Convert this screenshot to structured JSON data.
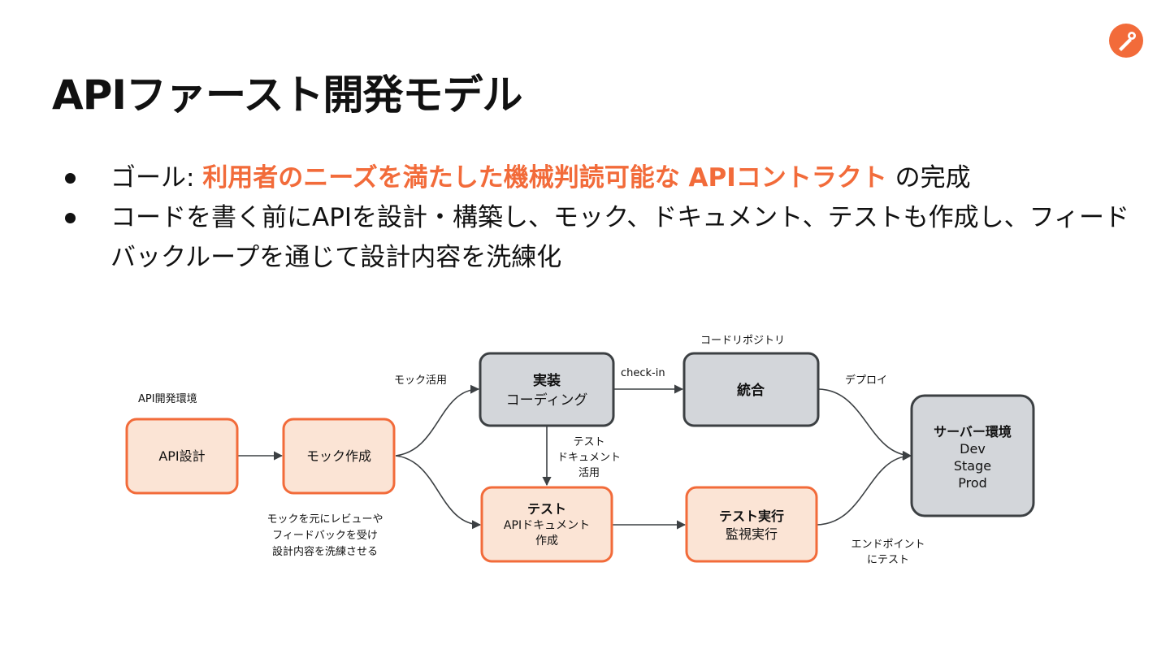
{
  "title": "APIファースト開発モデル",
  "colors": {
    "accent": "#f26b3a",
    "orange_fill": "#fbe4d5",
    "orange_stroke": "#f26b3a",
    "gray_fill": "#d3d6da",
    "gray_stroke": "#3c4043"
  },
  "logo": {
    "icon": "rocket-icon"
  },
  "bullets": [
    {
      "prefix": "ゴール: ",
      "highlight": "利用者のニーズを満たした機械判読可能な  APIコントラクト",
      "suffix": " の完成"
    },
    {
      "line1": "コードを書く前にAPIを設計・構築し、モック、ドキュメント、テストも作成し、フィード",
      "line2": "バックループを通じて設計内容を洗練化"
    }
  ],
  "diagram": {
    "nodes": {
      "api_design": "API設計",
      "mock": "モック作成",
      "impl_1": "実装",
      "impl_2": "コーディング",
      "test_1": "テスト",
      "test_2": "APIドキュメント",
      "test_3": "作成",
      "integrate": "統合",
      "run_1": "テスト実行",
      "run_2": "監視実行",
      "server_1": "サーバー環境",
      "server_2": "Dev",
      "server_3": "Stage",
      "server_4": "Prod"
    },
    "labels": {
      "api_env": "API開発環境",
      "mock_use": "モック活用",
      "checkin": "check-in",
      "repo": "コードリポジトリ",
      "deploy": "デプロイ",
      "doc_use_1": "テスト",
      "doc_use_2": "ドキュメント",
      "doc_use_3": "活用",
      "feedback_1": "モックを元にレビューや",
      "feedback_2": "フィードバックを受け",
      "feedback_3": "設計内容を洗練させる",
      "endpoint_1": "エンドポイント",
      "endpoint_2": "にテスト"
    }
  }
}
